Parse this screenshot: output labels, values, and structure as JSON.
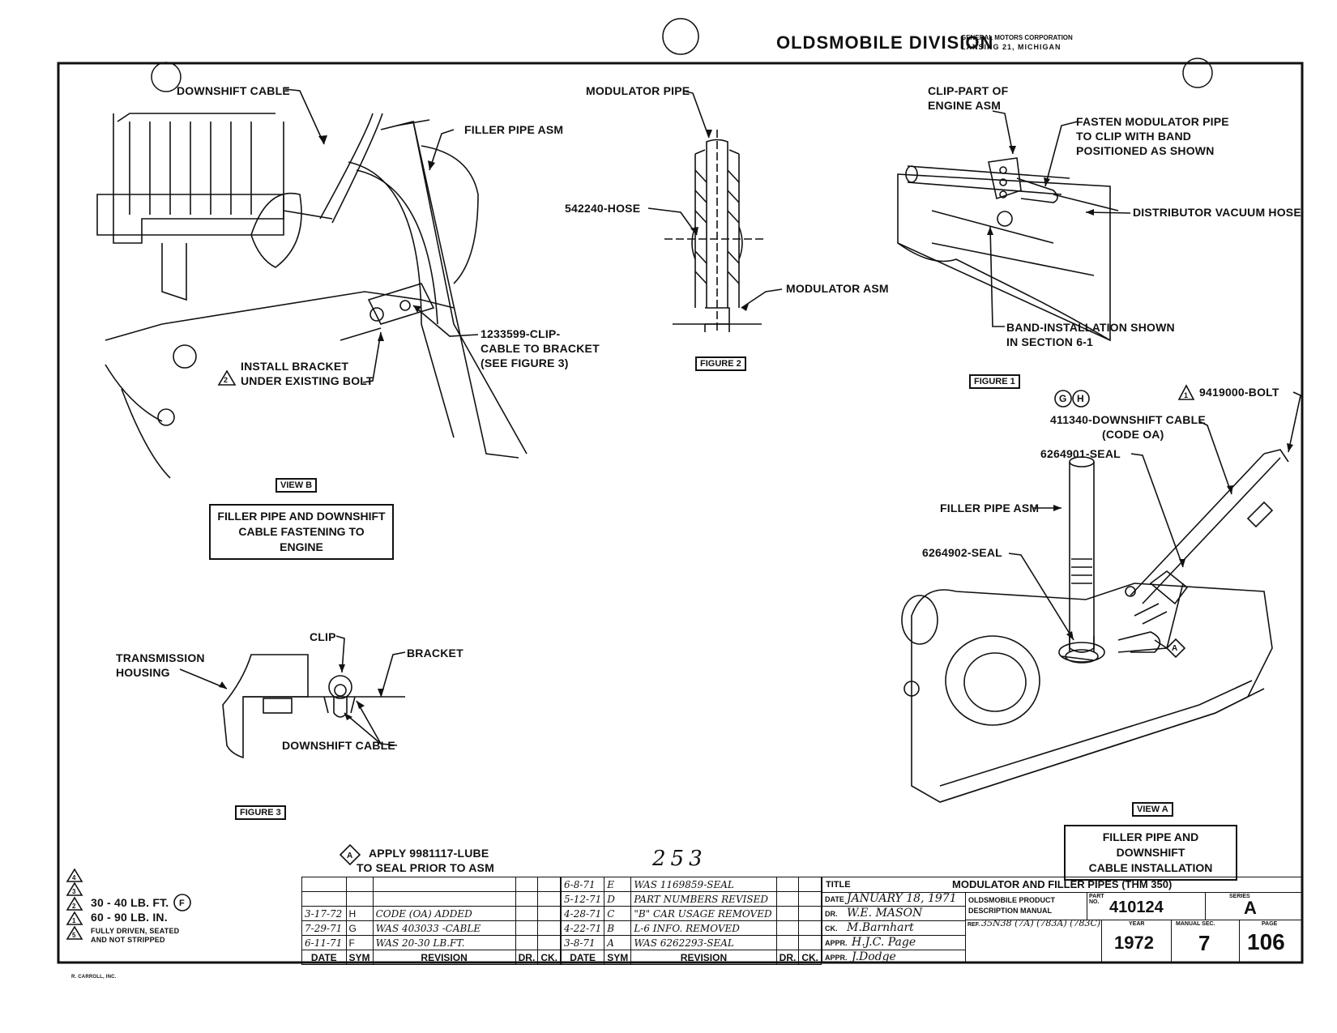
{
  "header": {
    "division": "OLDSMOBILE DIVISION",
    "corp_line1": "GENERAL MOTORS CORPORATION",
    "corp_line2": "LANSING 21, MICHIGAN"
  },
  "view_b": {
    "labels": {
      "downshift_cable": "DOWNSHIFT CABLE",
      "filler_pipe": "FILLER PIPE ASM",
      "clip_1": "1233599-CLIP-",
      "clip_2": "CABLE TO BRACKET",
      "clip_3": "(SEE FIGURE 3)",
      "install_1": "INSTALL BRACKET",
      "install_2": "UNDER EXISTING BOLT",
      "install_note": "2"
    },
    "tag": "VIEW B",
    "caption_1": "FILLER PIPE AND DOWNSHIFT",
    "caption_2": "CABLE FASTENING TO ENGINE"
  },
  "figure_2": {
    "labels": {
      "modulator_pipe": "MODULATOR PIPE",
      "hose": "542240-HOSE",
      "modulator_asm": "MODULATOR ASM"
    },
    "tag": "FIGURE 2"
  },
  "figure_1": {
    "labels": {
      "clip_1": "CLIP-PART OF",
      "clip_2": "ENGINE ASM",
      "fasten_1": "FASTEN MODULATOR PIPE",
      "fasten_2": "TO CLIP WITH BAND",
      "fasten_3": "POSITIONED AS SHOWN",
      "vacuum_hose": "DISTRIBUTOR VACUUM HOSE",
      "band_1": "BAND-INSTALLATION SHOWN",
      "band_2": "IN SECTION 6-1"
    },
    "tag": "FIGURE 1"
  },
  "view_a": {
    "labels": {
      "circle_g": "G",
      "circle_h": "H",
      "bolt": "9419000-BOLT",
      "bolt_note": "1",
      "cable_1": "411340-DOWNSHIFT CABLE",
      "cable_2": "(CODE OA)",
      "seal_1": "6264901-SEAL",
      "filler_pipe": "FILLER PIPE ASM",
      "seal_2": "6264902-SEAL",
      "note_a": "A"
    },
    "tag": "VIEW A",
    "caption_1": "FILLER PIPE AND DOWNSHIFT",
    "caption_2": "CABLE INSTALLATION"
  },
  "figure_3": {
    "labels": {
      "clip": "CLIP",
      "bracket": "BRACKET",
      "housing_1": "TRANSMISSION",
      "housing_2": "HOUSING",
      "downshift_cable": "DOWNSHIFT CABLE"
    },
    "tag": "FIGURE 3"
  },
  "notes": {
    "lube_symbol": "A",
    "lube_1": "APPLY 9981117-LUBE",
    "lube_2": "TO SEAL PRIOR TO ASM",
    "handwritten_number": "253",
    "legend": [
      {
        "num": "4",
        "text": ""
      },
      {
        "num": "3",
        "text": ""
      },
      {
        "num": "2",
        "text": "30 - 40 LB. FT."
      },
      {
        "num": "1",
        "text": "60 - 90 LB. IN."
      },
      {
        "num": "5",
        "text": "FULLY DRIVEN, SEATED AND NOT STRIPPED"
      }
    ],
    "legend_f": "F",
    "printer": "R. CARROLL, INC."
  },
  "revisions_left": [
    {
      "date": "",
      "sym": "",
      "rev": "",
      "dr": "",
      "ck": ""
    },
    {
      "date": "",
      "sym": "",
      "rev": "",
      "dr": "",
      "ck": ""
    },
    {
      "date": "3-17-72",
      "sym": "H",
      "rev": "CODE (OA) ADDED",
      "dr": "",
      "ck": ""
    },
    {
      "date": "7-29-71",
      "sym": "G",
      "rev": "WAS 403033 -CABLE",
      "dr": "",
      "ck": ""
    },
    {
      "date": "6-11-71",
      "sym": "F",
      "rev": "WAS 20-30 LB.FT.",
      "dr": "",
      "ck": ""
    }
  ],
  "revisions_right": [
    {
      "date": "6-8-71",
      "sym": "E",
      "rev": "WAS 1169859-SEAL"
    },
    {
      "date": "5-12-71",
      "sym": "D",
      "rev": "PART NUMBERS REVISED"
    },
    {
      "date": "4-28-71",
      "sym": "C",
      "rev": "\"B\" CAR USAGE REMOVED"
    },
    {
      "date": "4-22-71",
      "sym": "B",
      "rev": "L-6 INFO. REMOVED"
    },
    {
      "date": "3-8-71",
      "sym": "A",
      "rev": "WAS 6262293-SEAL"
    }
  ],
  "rev_headers": {
    "date": "DATE",
    "sym": "SYM",
    "revision": "REVISION",
    "dr": "DR.",
    "ck": "CK."
  },
  "title_block": {
    "title_label": "TITLE",
    "title": "MODULATOR AND FILLER PIPES (THM 350)",
    "date_label": "DATE",
    "date": "JANUARY 18, 1971",
    "dr_label": "DR.",
    "dr": "W.E. MASON",
    "ck_label": "CK.",
    "ck": "M.Barnhart",
    "appr1_label": "APPR.",
    "appr1": "H.J.C. Page",
    "appr2_label": "APPR.",
    "appr2": "J.Dodge",
    "manual_1": "OLDSMOBILE PRODUCT",
    "manual_2": "DESCRIPTION MANUAL",
    "part_label": "PART NO.",
    "part_no": "410124",
    "series_label": "SERIES",
    "series": "A",
    "ref_label": "REF.",
    "ref": "35N38 (7A) (783A) (783C)",
    "year_label": "YEAR",
    "year": "1972",
    "section_label": "MANUAL SEC.",
    "section": "7",
    "page_label": "PAGE",
    "page": "106"
  }
}
